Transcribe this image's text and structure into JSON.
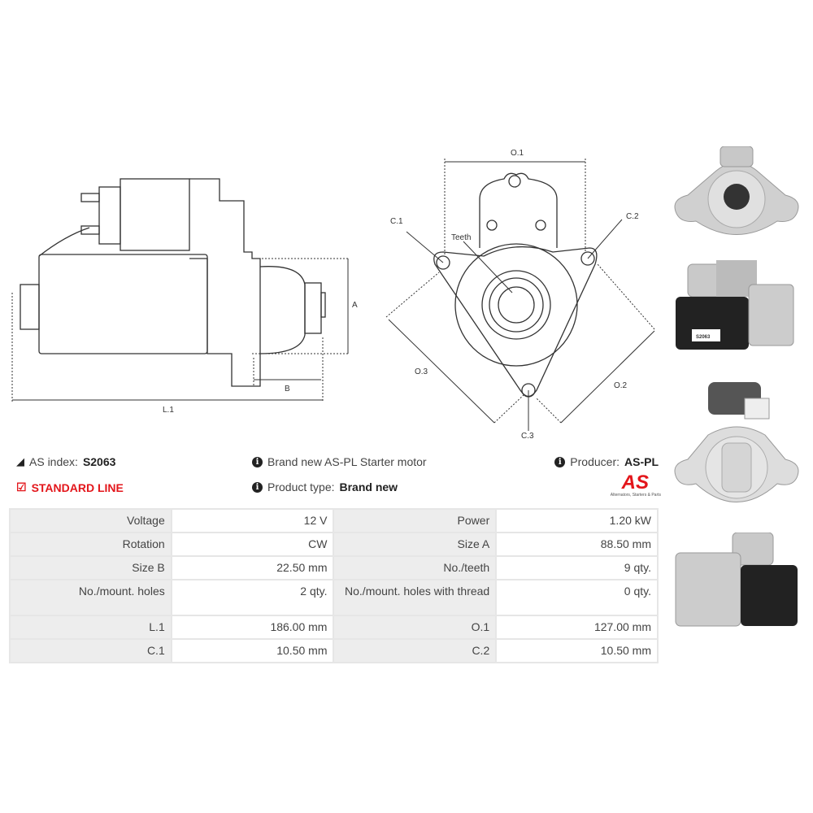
{
  "drawing_side": {
    "label_a": "A",
    "label_b": "B",
    "label_l1": "L.1"
  },
  "drawing_front": {
    "label_o1": "O.1",
    "label_o2": "O.2",
    "label_o3": "O.3",
    "label_c1": "C.1",
    "label_c2": "C.2",
    "label_c3": "C.3",
    "label_teeth": "Teeth"
  },
  "photo_label": "S2063",
  "info": {
    "as_index_label": "AS index:",
    "as_index_value": "S2063",
    "line": "STANDARD LINE",
    "description": "Brand new AS-PL Starter motor",
    "product_type_label": "Product type:",
    "product_type_value": "Brand new",
    "producer_label": "Producer:",
    "producer_value": "AS-PL",
    "logo_text": "AS",
    "logo_tagline": "Alternators, Starters & Parts"
  },
  "colors": {
    "accent": "#e3161b",
    "label_bg": "#ededed",
    "border": "#e6e6e6"
  },
  "specs": [
    [
      "Voltage",
      "12 V",
      "Power",
      "1.20 kW"
    ],
    [
      "Rotation",
      "CW",
      "Size A",
      "88.50 mm"
    ],
    [
      "Size B",
      "22.50 mm",
      "No./teeth",
      "9 qty."
    ],
    [
      "No./mount. holes",
      "2 qty.",
      "No./mount. holes with thread",
      "0 qty."
    ],
    [
      "L.1",
      "186.00 mm",
      "O.1",
      "127.00 mm"
    ],
    [
      "C.1",
      "10.50 mm",
      "C.2",
      "10.50 mm"
    ]
  ]
}
